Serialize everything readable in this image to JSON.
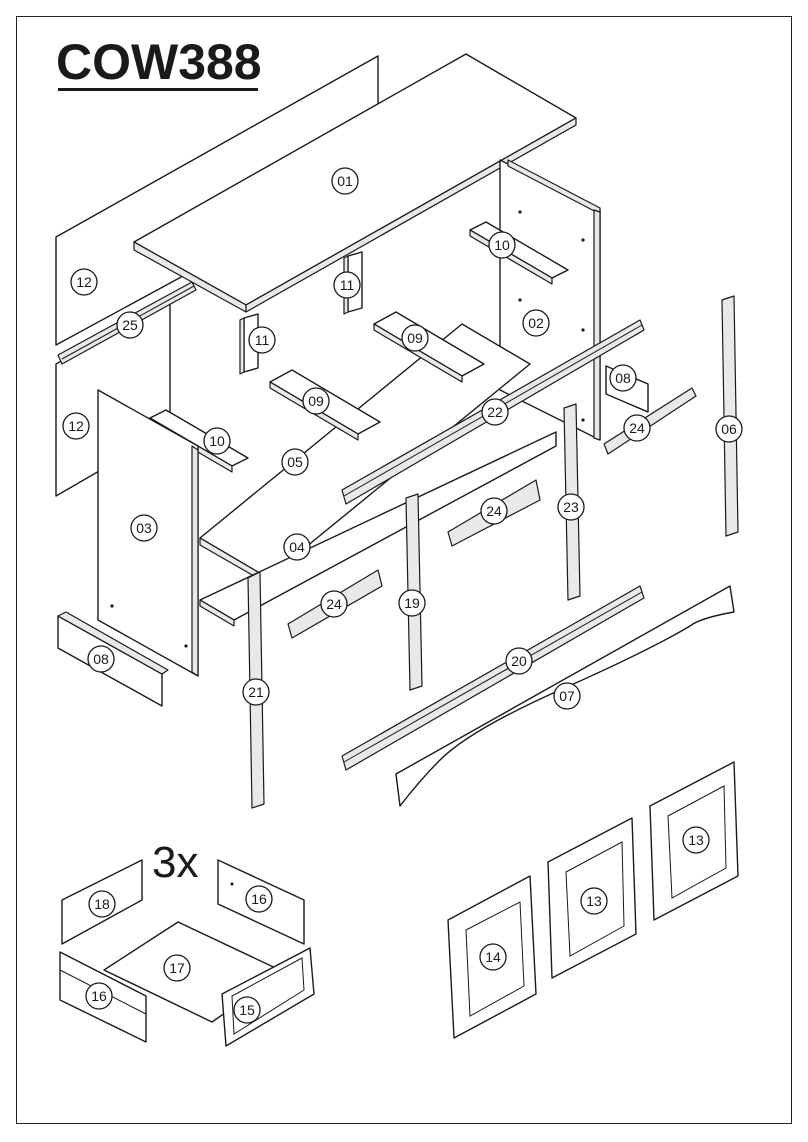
{
  "model_code": "COW388",
  "drawer_quantity": "3x",
  "part_labels": {
    "p01": "01",
    "p02": "02",
    "p03": "03",
    "p04": "04",
    "p05": "05",
    "p06": "06",
    "p07": "07",
    "p08a": "08",
    "p08b": "08",
    "p09a": "09",
    "p09b": "09",
    "p10a": "10",
    "p10b": "10",
    "p11a": "11",
    "p11b": "11",
    "p12a": "12",
    "p12b": "12",
    "p13a": "13",
    "p13b": "13",
    "p14": "14",
    "p15": "15",
    "p16a": "16",
    "p16b": "16",
    "p17": "17",
    "p18": "18",
    "p19": "19",
    "p20": "20",
    "p21": "21",
    "p22": "22",
    "p23": "23",
    "p24a": "24",
    "p24b": "24",
    "p24c": "24",
    "p25": "25"
  }
}
